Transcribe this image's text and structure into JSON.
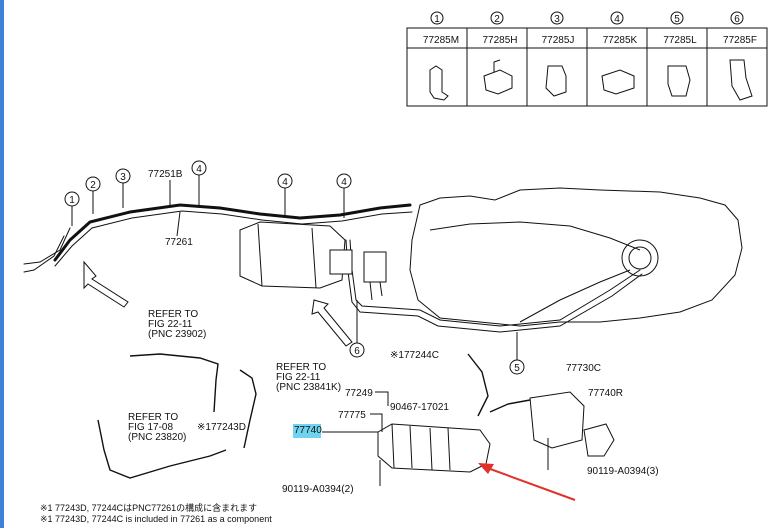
{
  "table": {
    "columns": [
      {
        "num": "1",
        "code": "77285M"
      },
      {
        "num": "2",
        "code": "77285H"
      },
      {
        "num": "3",
        "code": "77285J"
      },
      {
        "num": "4",
        "code": "77285K"
      },
      {
        "num": "5",
        "code": "77285L"
      },
      {
        "num": "6",
        "code": "77285F"
      }
    ]
  },
  "labels": {
    "p77251b": "77251B",
    "p77261": "77261",
    "refer1_a": "REFER TO",
    "refer1_b": "FIG 22-11",
    "refer1_c": "(PNC 23902)",
    "refer2_a": "REFER TO",
    "refer2_b": "FIG 22-11",
    "refer2_c": "(PNC 23841K)",
    "refer3_a": "REFER TO",
    "refer3_b": "FIG 17-08",
    "refer3_c": "(PNC 23820)",
    "p77244c": "※177244C",
    "p77249": "77249",
    "p90467": "90467-17021",
    "p77775": "77775",
    "p77740": "77740",
    "p77243d": "※177243D",
    "p77730c": "77730C",
    "p77740r": "77740R",
    "p90119a": "90119-A0394(2)",
    "p90119b": "90119-A0394(3)"
  },
  "callouts": {
    "c1": "1",
    "c2": "2",
    "c3": "3",
    "c4a": "4",
    "c4b": "4",
    "c4c": "4",
    "c5": "5",
    "c6": "6"
  },
  "notes": {
    "jp": "※1 77243D, 77244CはPNC77261の構成に含まれます",
    "en": "※1 77243D, 77244C is included in 77261 as a component"
  },
  "colors": {
    "highlight": "#6fd4f0",
    "arrow": "#e0322a",
    "edge": "#3d7fd9"
  }
}
